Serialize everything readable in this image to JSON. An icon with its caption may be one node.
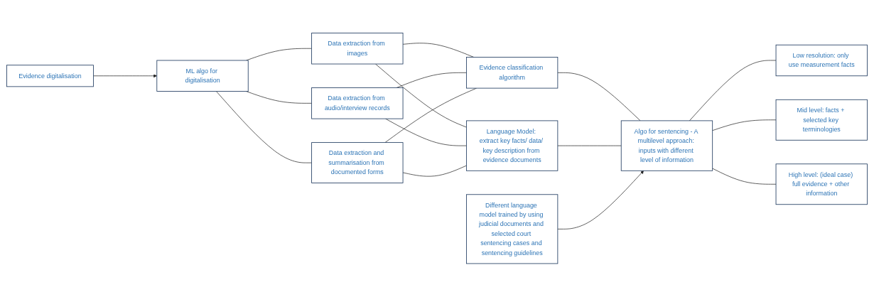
{
  "diagram": {
    "nodes": [
      {
        "text": [
          "Evidence digitalisation"
        ]
      },
      {
        "text": [
          "ML algo for digitalisation"
        ]
      },
      {
        "text": [
          "Data extraction from images"
        ]
      },
      {
        "text": [
          "Data extraction from audio/interview records"
        ]
      },
      {
        "text": [
          "Data extraction and summarisation from documented forms"
        ]
      },
      {
        "text": [
          "Evidence classification algorithm"
        ]
      },
      {
        "text": [
          "Language Model: extract key facts/ data/ key description from evidence documents"
        ]
      },
      {
        "text": [
          "Algo for sentencing - A multilevel approach: inputs with different level of information"
        ]
      },
      {
        "text": [
          "Different language model trained by using judicial documents and selected court sentencing cases and sentencing guidelines"
        ]
      },
      {
        "text": [
          "Low resolution: only use measurement facts"
        ]
      },
      {
        "text": [
          "Mid level: facts + selected key terminologies"
        ]
      },
      {
        "text": [
          "High level: (ideal case) full evidence + other information"
        ]
      }
    ],
    "edges": [
      {
        "from": 0,
        "to": 1,
        "arrow": "to"
      },
      {
        "from": 1,
        "to": 2,
        "arrow": "none"
      },
      {
        "from": 1,
        "to": 3,
        "arrow": "none"
      },
      {
        "from": 1,
        "to": 4,
        "arrow": "none"
      },
      {
        "from": 2,
        "to": 5,
        "arrow": "none"
      },
      {
        "from": 2,
        "to": 6,
        "arrow": "none"
      },
      {
        "from": 3,
        "to": 5,
        "arrow": "none"
      },
      {
        "from": 3,
        "to": 6,
        "arrow": "none"
      },
      {
        "from": 4,
        "to": 5,
        "arrow": "none"
      },
      {
        "from": 4,
        "to": 6,
        "arrow": "none"
      },
      {
        "from": 5,
        "to": 7,
        "arrow": "none"
      },
      {
        "from": 6,
        "to": 7,
        "arrow": "none"
      },
      {
        "from": 8,
        "to": 7,
        "arrow": "to"
      },
      {
        "from": 7,
        "to": 9,
        "arrow": "none"
      },
      {
        "from": 7,
        "to": 10,
        "arrow": "none"
      },
      {
        "from": 7,
        "to": 11,
        "arrow": "none"
      }
    ]
  }
}
